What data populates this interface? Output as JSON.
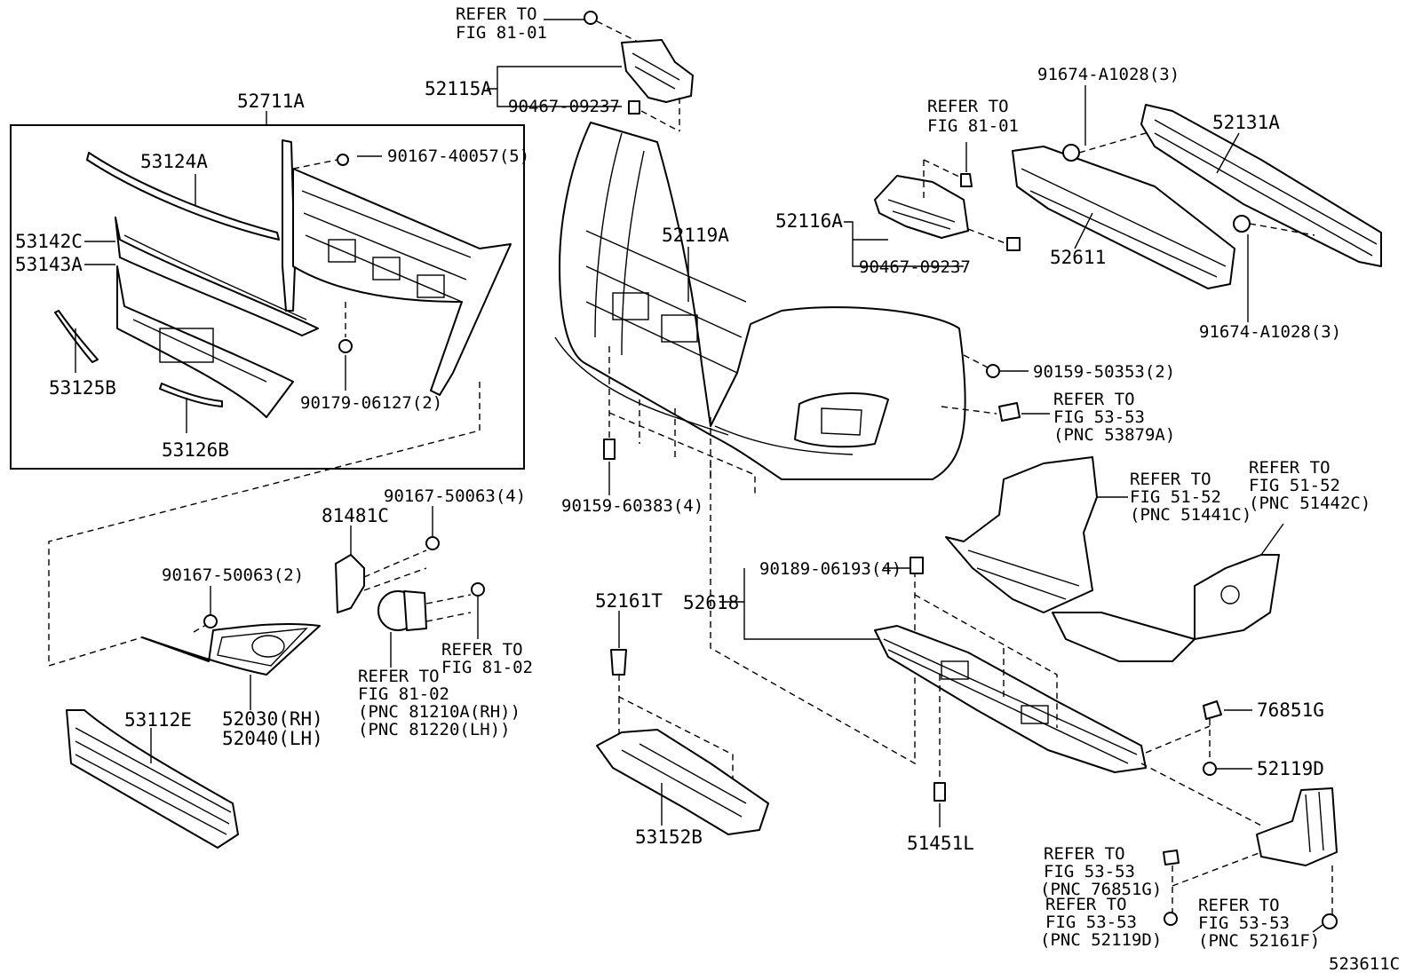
{
  "figure_id": "523611C",
  "labels": {
    "refer_81_01_top": [
      "REFER TO",
      "FIG 81-01"
    ],
    "p52115A": "52115A",
    "p90467_top": "90467-09237",
    "p52711A": "52711A",
    "p53124A": "53124A",
    "p90167_40057": "90167-40057(5)",
    "p53142C": "53142C",
    "p53143A": "53143A",
    "p53125B": "53125B",
    "p90179": "90179-06127(2)",
    "p53126B": "53126B",
    "p52119A": "52119A",
    "refer_81_01_mid": [
      "REFER TO",
      "FIG 81-01"
    ],
    "p52116A": "52116A",
    "p90467_mid": "90467-09237",
    "p91674_top": "91674-A1028(3)",
    "p52131A": "52131A",
    "p52611": "52611",
    "p91674_bot": "91674-A1028(3)",
    "p90159_50353": "90159-50353(2)",
    "refer_53_53_a": [
      "REFER TO",
      "FIG 53-53",
      "(PNC 53879A)"
    ],
    "p90159_60383": "90159-60383(4)",
    "refer_51_52_c": [
      "REFER TO",
      "FIG 51-52",
      "(PNC 51441C)"
    ],
    "refer_51_52_d": [
      "REFER TO",
      "FIG 51-52",
      "(PNC 51442C)"
    ],
    "p90167_50063_4": "90167-50063(4)",
    "p81481C": "81481C",
    "p90167_50063_2": "90167-50063(2)",
    "refer_81_02_right": [
      "REFER TO",
      "FIG 81-02"
    ],
    "refer_81_02_left": [
      "REFER TO",
      "FIG 81-02",
      "(PNC 81210A(RH))",
      "(PNC 81220(LH))"
    ],
    "p52030": "52030(RH)",
    "p52040": "52040(LH)",
    "p53112E": "53112E",
    "p52161T": "52161T",
    "p52618": "52618",
    "p90189": "90189-06193(4)",
    "p76851G": "76851G",
    "p52119D": "52119D",
    "p53152B": "53152B",
    "p51451L": "51451L",
    "refer_53_53_g": [
      "REFER TO",
      "FIG 53-53",
      "(PNC 76851G)"
    ],
    "refer_53_53_d": [
      "REFER TO",
      "FIG 53-53",
      "(PNC 52119D)"
    ],
    "refer_53_53_f": [
      "REFER TO",
      "FIG 53-53",
      "(PNC 52161F)"
    ]
  }
}
